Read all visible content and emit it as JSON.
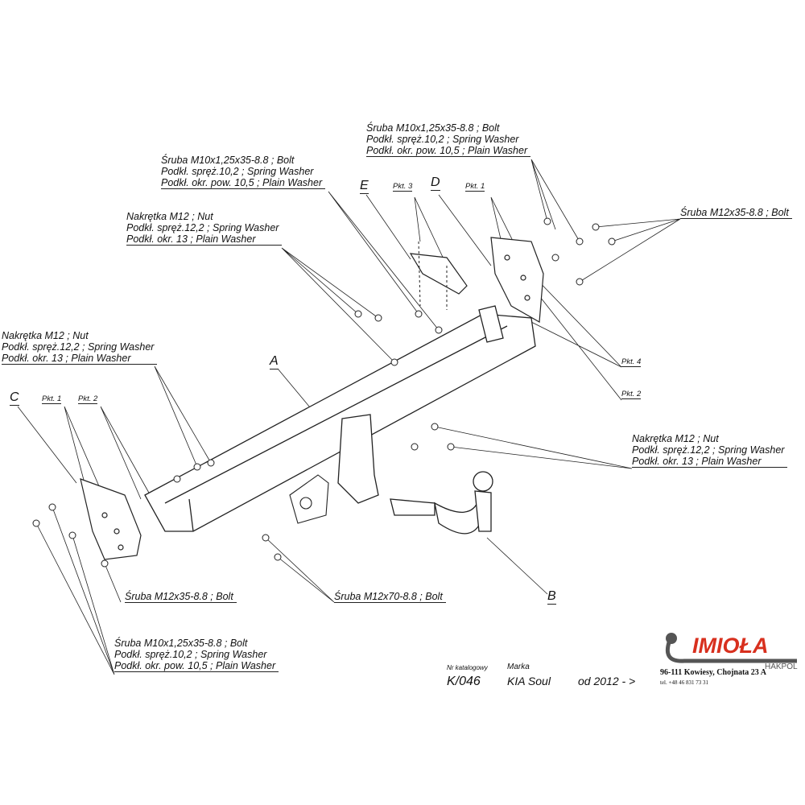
{
  "labels": {
    "top_bolt": [
      "Śruba M10x1,25x35-8.8 ;  Bolt",
      "Podkł. spręż.10,2 ; Spring Washer",
      "Podkł. okr. pow. 10,5 ; Plain Washer"
    ],
    "mid_bolt": [
      "Śruba M10x1,25x35-8.8 ;  Bolt",
      "Podkł. spręż.10,2 ; Spring Washer",
      "Podkł. okr. pow. 10,5 ; Plain Washer"
    ],
    "mid_nut": [
      "Nakrętka  M12 ; Nut",
      "Podkł. spręż.12,2 ; Spring Washer",
      "Podkł. okr. 13 ; Plain Washer"
    ],
    "left_nut": [
      "Nakrętka  M12 ; Nut",
      "Podkł. spręż.12,2 ; Spring Washer",
      "Podkł. okr. 13 ; Plain Washer"
    ],
    "right_nut": [
      "Nakrętka  M12 ; Nut",
      "Podkł. spręż.12,2 ; Spring Washer",
      "Podkł. okr. 13 ; Plain Washer"
    ],
    "right_m12": "Śruba M12x35-8.8 ;  Bolt",
    "left_m12": "Śruba M12x35-8.8 ;  Bolt",
    "m12x70": "Śruba M12x70-8.8 ;  Bolt",
    "bottom_bolt": [
      "Śruba M10x1,25x35-8.8 ;  Bolt",
      "Podkł. spręż.10,2 ; Spring Washer",
      "Podkł. okr. pow. 10,5 ; Plain Washer"
    ]
  },
  "parts": {
    "A": "A",
    "B": "B",
    "C": "C",
    "D": "D",
    "E": "E"
  },
  "points": {
    "pkt3": "Pkt. 3",
    "pkt1_r": "Pkt. 1",
    "pkt4": "Pkt. 4",
    "pkt2_r": "Pkt. 2",
    "pkt1_l": "Pkt. 1",
    "pkt2_l": "Pkt. 2"
  },
  "title_block": {
    "catalog_label": "Nr katalogowy",
    "catalog_no": "K/046",
    "brand_label": "Marka",
    "brand": "KIA Soul",
    "years": "od  2012 - >"
  },
  "company": {
    "name": "IMIOŁA",
    "sub": "HAKPOL",
    "address": "96-111 Kowiesy, Chojnata 23 A",
    "phone": "tel. +48 46 831 73 31",
    "accent": "#d8301e"
  }
}
